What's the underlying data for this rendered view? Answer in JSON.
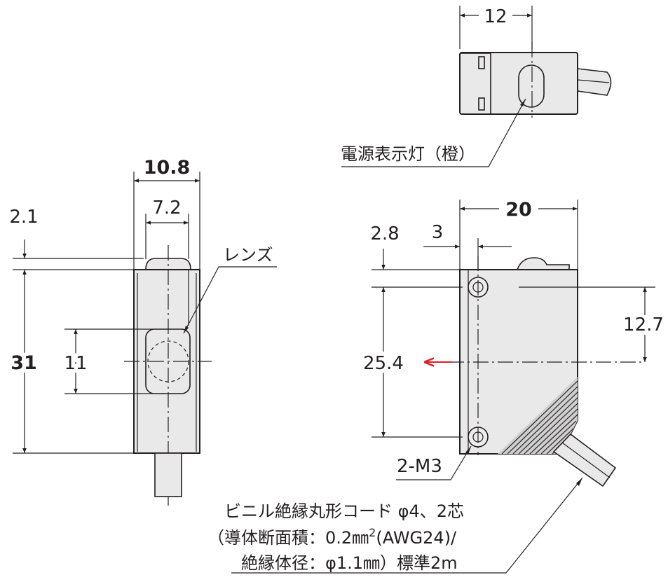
{
  "top_view": {
    "dim_width": "12",
    "power_indicator_label": "電源表示灯（橙）"
  },
  "front_view": {
    "dim_total_width": "10.8",
    "dim_lens_width": "7.2",
    "dim_top_offset": "2.1",
    "dim_height": "31",
    "dim_lens_height": "11",
    "lens_label": "レンズ"
  },
  "side_view": {
    "dim_width": "20",
    "dim_hole_top": "2.8",
    "dim_hole_side": "3",
    "dim_hole_pitch": "25.4",
    "dim_half_height": "12.7",
    "screw_label": "2-M3",
    "arrow_color": "#e31e24"
  },
  "cable_note": {
    "line1": "ビニル絶縁丸形コード φ4、2芯",
    "line2_a": "（導体断面積：0.2㎜",
    "line2_sup": "2",
    "line2_b": "(AWG24)/",
    "line3": "絶縁体径：φ1.1㎜）標準2m"
  },
  "colors": {
    "line": "#231f20",
    "body_fill": "#e9e9ea"
  }
}
